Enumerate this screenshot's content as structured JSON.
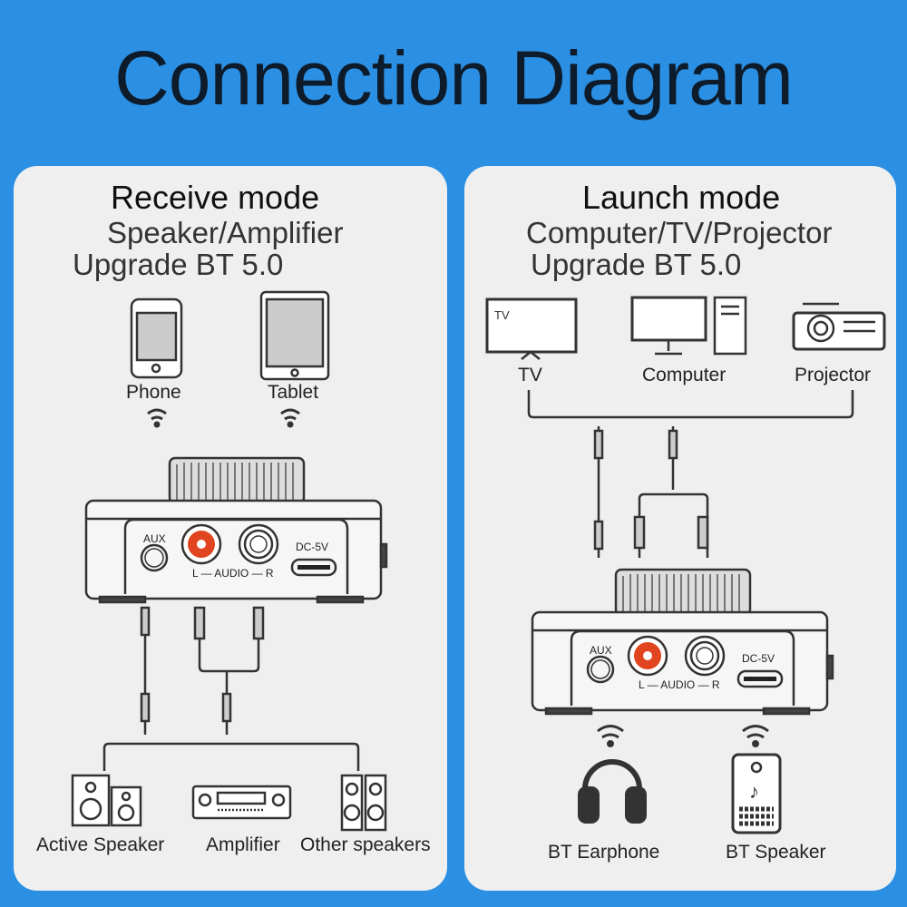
{
  "title": "Connection Diagram",
  "colors": {
    "background": "#2b8fe3",
    "panel": "#efefef",
    "rca_left": "#e0451f"
  },
  "device": {
    "aux": "AUX",
    "audio": "L — AUDIO — R",
    "dc": "DC-5V"
  },
  "receive": {
    "heading": "Receive mode",
    "line1": "Speaker/Amplifier",
    "line2": "Upgrade BT 5.0",
    "sources": [
      {
        "label": "Phone",
        "icon": "phone-icon"
      },
      {
        "label": "Tablet",
        "icon": "tablet-icon"
      }
    ],
    "outputs": [
      {
        "label": "Active Speaker",
        "icon": "speaker-icon"
      },
      {
        "label": "Amplifier",
        "icon": "amplifier-icon"
      },
      {
        "label": "Other speakers",
        "icon": "tower-speakers-icon"
      }
    ]
  },
  "launch": {
    "heading": "Launch mode",
    "line1": "Computer/TV/Projector",
    "line2": "Upgrade BT 5.0",
    "tv_screen": "TV",
    "sources": [
      {
        "label": "TV",
        "icon": "tv-icon"
      },
      {
        "label": "Computer",
        "icon": "computer-icon"
      },
      {
        "label": "Projector",
        "icon": "projector-icon"
      }
    ],
    "outputs": [
      {
        "label": "BT Earphone",
        "icon": "headphones-icon"
      },
      {
        "label": "BT Speaker",
        "icon": "bt-speaker-icon"
      }
    ]
  }
}
